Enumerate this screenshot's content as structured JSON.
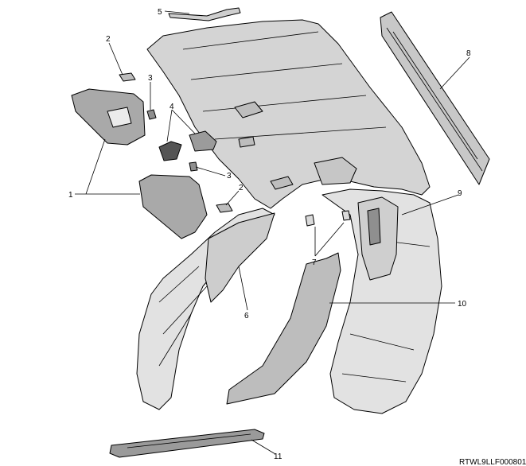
{
  "callouts": [
    {
      "id": "1",
      "label": "1"
    },
    {
      "id": "2a",
      "label": "2"
    },
    {
      "id": "2b",
      "label": "2"
    },
    {
      "id": "3a",
      "label": "3"
    },
    {
      "id": "3b",
      "label": "3"
    },
    {
      "id": "4",
      "label": "4"
    },
    {
      "id": "5",
      "label": "5"
    },
    {
      "id": "6",
      "label": "6"
    },
    {
      "id": "7",
      "label": "7"
    },
    {
      "id": "8",
      "label": "8"
    },
    {
      "id": "9",
      "label": "9"
    },
    {
      "id": "10",
      "label": "10"
    },
    {
      "id": "11",
      "label": "11"
    }
  ],
  "figure_code": "RTWL9LLF000801",
  "colors": {
    "part_fill": "#d9d9d9",
    "part_fill_dark": "#9a9a9a",
    "outline": "#000000",
    "background": "#ffffff"
  }
}
